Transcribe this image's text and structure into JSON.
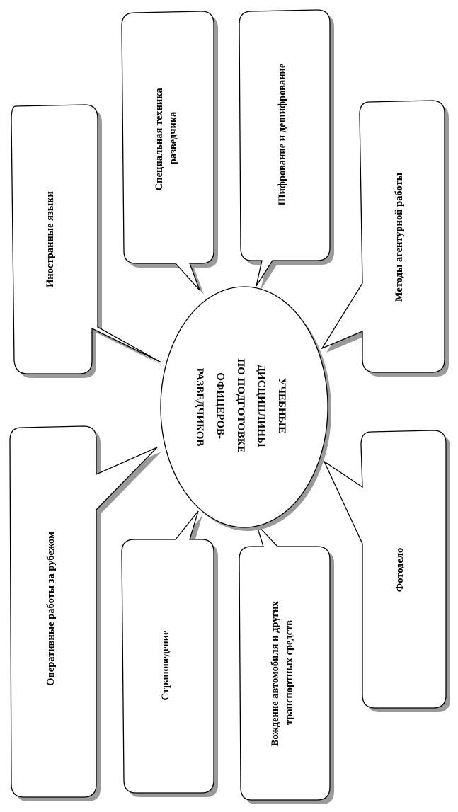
{
  "center": {
    "lines": [
      "УЧЕБНЫЕ",
      "ДИСЦИПЛИНЫ",
      "ПО ПОДГОТОВКЕ",
      "ОФИЦЕРОВ-",
      "РАЗВЕДЧИКОВ"
    ]
  },
  "callouts": [
    {
      "id": "foreign-languages",
      "lines": [
        "Иностранные языки"
      ]
    },
    {
      "id": "special-equipment",
      "lines": [
        "Специальная техника",
        "разведчика"
      ]
    },
    {
      "id": "encryption",
      "lines": [
        "Шифрование и дешифрование"
      ]
    },
    {
      "id": "agent-methods",
      "lines": [
        "Методы агентурной работы"
      ]
    },
    {
      "id": "operations-abroad",
      "lines": [
        "Оперативные работы за рубежом"
      ]
    },
    {
      "id": "country-studies",
      "lines": [
        "Страноведение"
      ]
    },
    {
      "id": "driving",
      "lines": [
        "Вождение автомобиля и других",
        "транспортных средств"
      ]
    },
    {
      "id": "photography",
      "lines": [
        "Фотодело"
      ]
    }
  ]
}
